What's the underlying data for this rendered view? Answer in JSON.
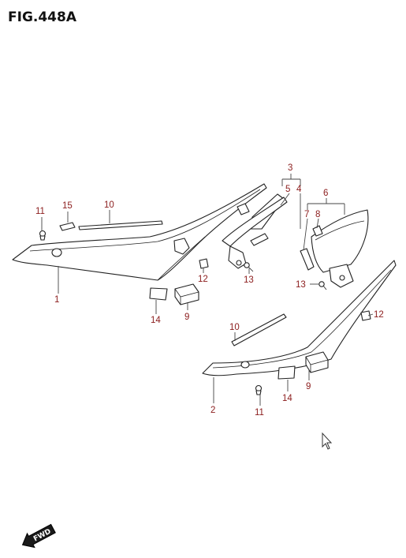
{
  "figure": {
    "title": "FIG.448A"
  },
  "callouts": {
    "c1": "1",
    "c2": "2",
    "c3": "3",
    "c4": "4",
    "c5": "5",
    "c6": "6",
    "c7": "7",
    "c8": "8",
    "c9a": "9",
    "c9b": "9",
    "c10a": "10",
    "c10b": "10",
    "c11a": "11",
    "c11b": "11",
    "c12a": "12",
    "c12b": "12",
    "c13a": "13",
    "c13b": "13",
    "c14a": "14",
    "c14b": "14",
    "c15": "15"
  },
  "direction_badge": {
    "label": "FWD"
  },
  "colors": {
    "callout": "#8b1c1c",
    "line": "#222222",
    "background": "#ffffff"
  }
}
